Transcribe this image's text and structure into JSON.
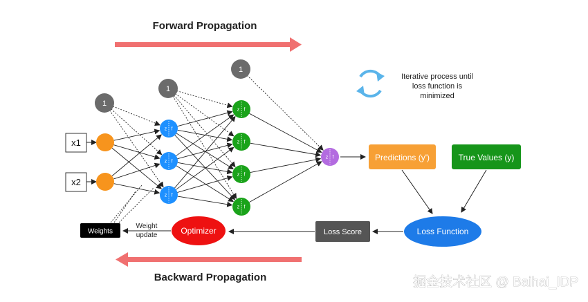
{
  "titles": {
    "forward": "Forward Propagation",
    "backward": "Backward Propagation"
  },
  "network": {
    "inputs": [
      "x1",
      "x2"
    ],
    "bias_label": "1",
    "node_z": "z",
    "node_f": "f"
  },
  "boxes": {
    "predictions": "Predictions (y')",
    "true_values": "True Values (y)",
    "loss_function": "Loss Function",
    "loss_score": "Loss Score",
    "optimizer": "Optimizer",
    "weights": "Weights"
  },
  "labels": {
    "weight_update": [
      "Weight",
      "update"
    ],
    "iterative_note": [
      "Iterative process until",
      "loss function is",
      "minimized"
    ]
  },
  "watermark": "掘金技术社区 @ Baihai_IDP",
  "colors": {
    "arrow_red": "#f07070",
    "input_node": "#f7941d",
    "hidden1_node": "#1e90ff",
    "hidden2_node": "#1aa31a",
    "output_node": "#b36be0",
    "bias_node": "#6b6b6b",
    "predictions_box": "#f7a035",
    "true_values_box": "#16951a",
    "loss_function": "#1e7be8",
    "loss_score_box": "#555555",
    "optimizer": "#ee1111",
    "weights_box": "#000000",
    "cycle_icon": "#5ab4ea"
  }
}
